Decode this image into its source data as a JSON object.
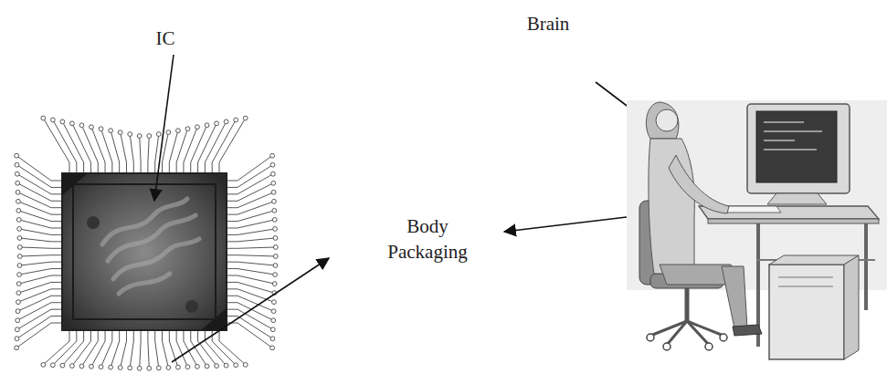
{
  "diagram": {
    "labels": [
      "Brain",
      "IC",
      "Body Packaging"
    ]
  }
}
